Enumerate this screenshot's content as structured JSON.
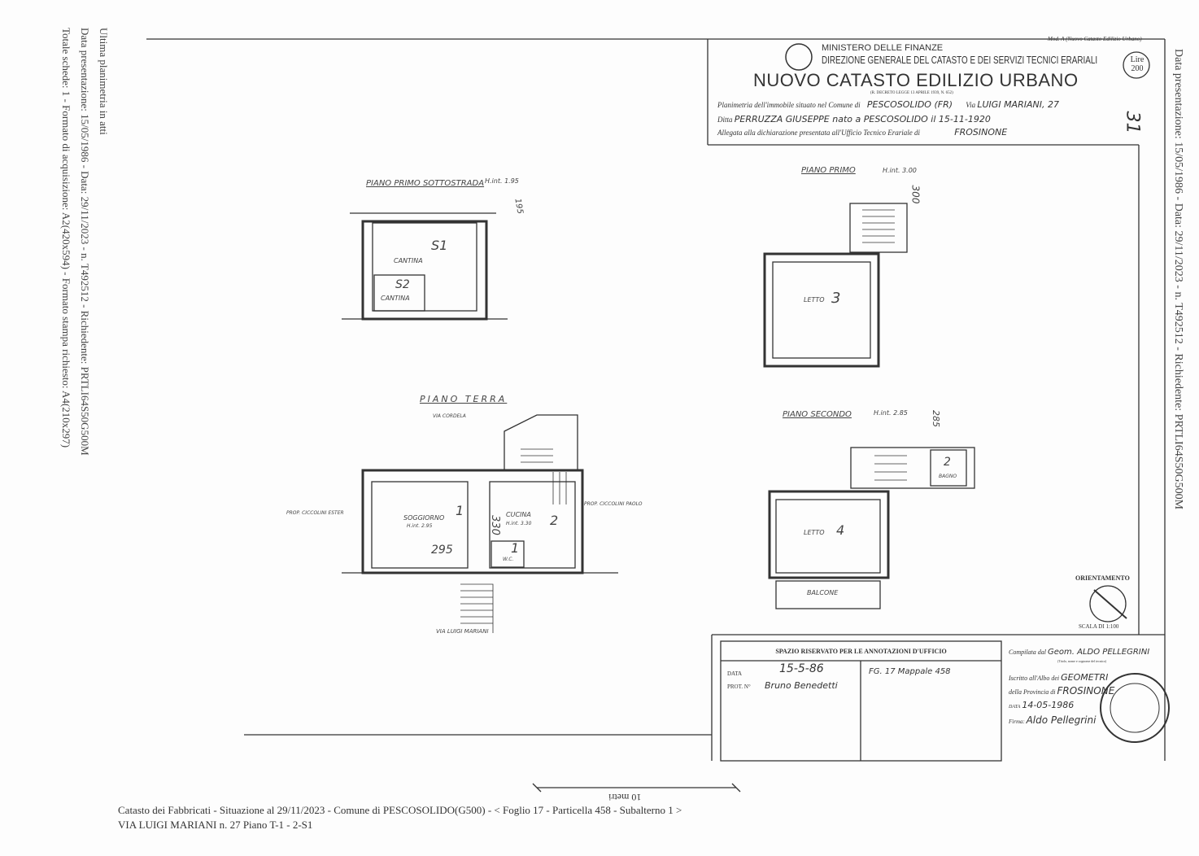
{
  "side_left": {
    "line1": "Ultima planimetria in atti",
    "line2": "Data presentazione: 15/05/1986 - Data: 29/11/2023 - n. T492512 - Richiedente: PRTLI64S50G500M",
    "line3": "Totale schede: 1 - Formato di acquisizione: A2(420x594) - Formato stampa richiesto: A4(210x297)"
  },
  "side_right": "Data presentazione: 15/05/1986 - Data: 29/11/2023 - n. T492512 - Richiedente: PRTLI64S50G500M",
  "header": {
    "model": "Mod. A (Nuovo Catasto Edilizio Urbano)",
    "ministry": "MINISTERO DELLE FINANZE",
    "direction": "DIREZIONE GENERALE DEL CATASTO E DEI SERVIZI TECNICI ERARIALI",
    "title": "NUOVO CATASTO EDILIZIO URBANO",
    "law": "(R. DECRETO LEGGE 13 APRILE 1939, N. 652)",
    "price": "Lire 200",
    "row1_label": "Planimetria dell'immobile situato nel Comune di",
    "row1_value": "PESCOSOLIDO (FR)",
    "row1_via_label": "Via",
    "row1_via_value": "LUIGI MARIANI, 27",
    "row2_label": "Ditta",
    "row2_value": "PERRUZZA GIUSEPPE nato a PESCOSOLIDO il 15-11-1920",
    "row3_label": "Allegata alla dichiarazione presentata all'Ufficio Tecnico Erariale di",
    "row3_value": "FROSINONE",
    "sheet_no": "31"
  },
  "plans": {
    "sottostrada": {
      "title": "PIANO PRIMO SOTTOSTRADA",
      "height": "H.int. 1.95",
      "dim": "195",
      "room1": "CANTINA",
      "room1_no": "S1",
      "room2": "CANTINA",
      "room2_no": "S2"
    },
    "primo": {
      "title": "PIANO PRIMO",
      "height": "H.int. 3.00",
      "dim": "300",
      "room": "LETTO",
      "room_no": "3"
    },
    "terra": {
      "title": "PIANO TERRA",
      "street_top": "VIA CORDELA",
      "left_owner": "PROP. CICCOLINI ESTER",
      "right_owner": "PROP. CICCOLINI PAOLO",
      "room1": "SOGGIORNO",
      "room1_h": "H.int. 2.95",
      "room1_no": "1",
      "room1_dim": "295",
      "room2": "CUCINA",
      "room2_h": "H.int. 3.30",
      "room2_no": "2",
      "room2_dim": "330",
      "wc": "W.C.",
      "wc_no": "1",
      "street_bottom": "VIA LUIGI MARIANI"
    },
    "secondo": {
      "title": "PIANO SECONDO",
      "height": "H.int. 2.85",
      "dim": "285",
      "room1": "LETTO",
      "room1_no": "4",
      "room2": "BAGNO",
      "room2_no": "2",
      "balcony": "BALCONE"
    }
  },
  "orientation": {
    "label": "ORIENTAMENTO",
    "scale": "SCALA DI 1:100"
  },
  "office": {
    "title": "SPAZIO RISERVATO PER LE ANNOTAZIONI D'UFFICIO",
    "date_label": "DATA",
    "date_value": "15-5-86",
    "prot_label": "PROT. N°",
    "prot_value": "Bruno Benedetti",
    "note": "FG. 17 Mappale 458"
  },
  "compiler": {
    "label": "Compilata dal",
    "value": "Geom. ALDO PELLEGRINI",
    "sub": "(Titolo, nome e cognome del tecnico)",
    "albo_label": "Iscritto all'Albo dei",
    "albo_value": "GEOMETRI",
    "prov_label": "della Provincia di",
    "prov_value": "FROSINONE",
    "date_label": "DATA",
    "date_value": "14-05-1986",
    "sign_label": "Firma:",
    "sign_value": "Aldo Pellegrini"
  },
  "scale_bar": "10 metri",
  "footer": {
    "line1": "Catasto dei Fabbricati - Situazione al 29/11/2023 - Comune di PESCOSOLIDO(G500) - <  Foglio 17 - Particella  458 - Subalterno 1 >",
    "line2": "VIA LUIGI MARIANI n. 27 Piano T-1 - 2-S1"
  }
}
